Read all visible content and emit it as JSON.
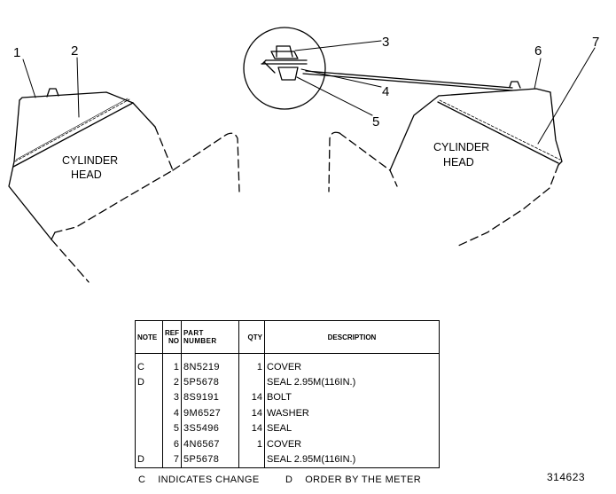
{
  "diagram": {
    "left_head_label": [
      "CYLINDER",
      "HEAD"
    ],
    "right_head_label": [
      "CYLINDER",
      "HEAD"
    ],
    "callouts": [
      "1",
      "2",
      "3",
      "4",
      "5",
      "6",
      "7"
    ]
  },
  "table": {
    "headers": {
      "note": "NOTE",
      "ref_no": [
        "REF",
        "NO"
      ],
      "part_number": [
        "PART",
        "NUMBER"
      ],
      "qty": "QTY",
      "description": "DESCRIPTION"
    },
    "rows": [
      {
        "note": "C",
        "ref": "1",
        "part": "8N5219",
        "qty": "1",
        "desc": "COVER"
      },
      {
        "note": "D",
        "ref": "2",
        "part": "5P5678",
        "qty": "",
        "desc": "SEAL  2.95M(116IN.)"
      },
      {
        "note": "",
        "ref": "3",
        "part": "8S9191",
        "qty": "14",
        "desc": "BOLT"
      },
      {
        "note": "",
        "ref": "4",
        "part": "9M6527",
        "qty": "14",
        "desc": "WASHER"
      },
      {
        "note": "",
        "ref": "5",
        "part": "3S5496",
        "qty": "14",
        "desc": "SEAL"
      },
      {
        "note": "",
        "ref": "6",
        "part": "4N6567",
        "qty": "1",
        "desc": "COVER"
      },
      {
        "note": "D",
        "ref": "7",
        "part": "5P5678",
        "qty": "",
        "desc": "SEAL  2.95M(116IN.)"
      }
    ]
  },
  "legend": {
    "c_code": "C",
    "c_text": "INDICATES  CHANGE",
    "d_code": "D",
    "d_text": "ORDER  BY  THE  METER"
  },
  "drawing_number": "314623"
}
